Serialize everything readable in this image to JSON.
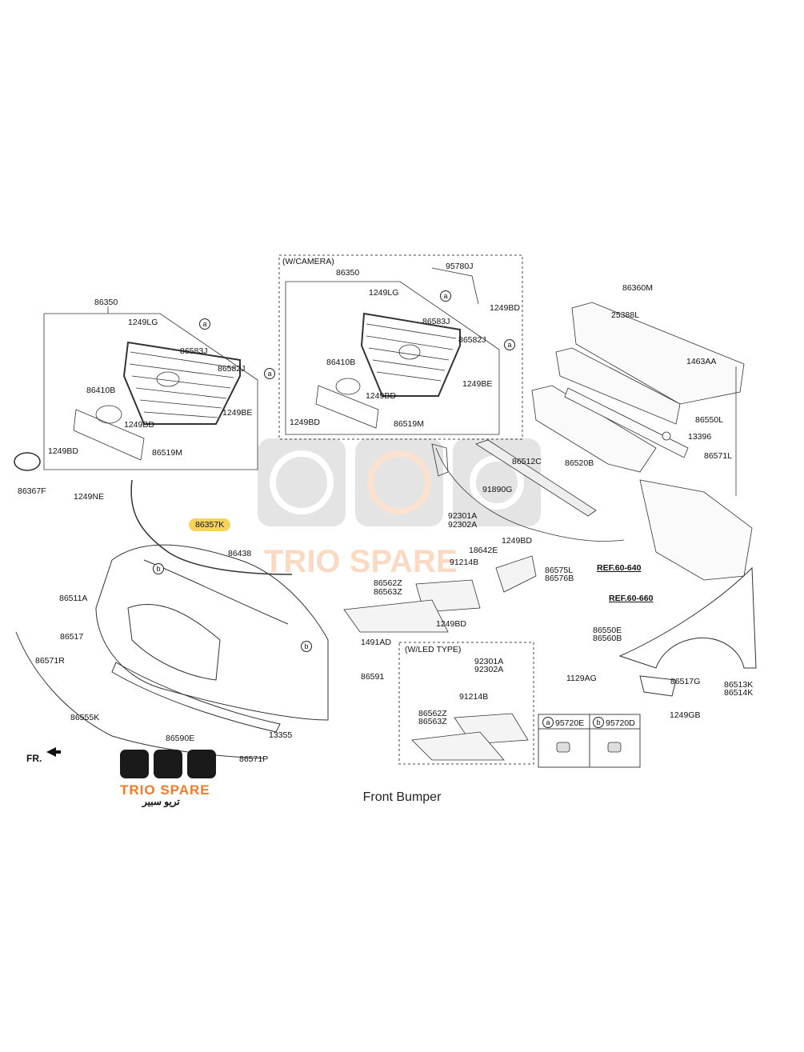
{
  "caption": "Front Bumper",
  "callouts": {
    "a": "a",
    "b": "b"
  },
  "part_labels": {
    "p86350_left": "86350",
    "p1249LG_left": "1249LG",
    "p86583J_left": "86583J",
    "p86582J_left": "86582J",
    "p86410B_left": "86410B",
    "p1249BD_left_a": "1249BD",
    "p1249BE_left": "1249BE",
    "p1249BD_left_b": "1249BD",
    "p86519M_left": "86519M",
    "p86367F": "86367F",
    "p1249NE": "1249NE",
    "camera_title": "(W/CAMERA)",
    "p86350_cam": "86350",
    "p95780J": "95780J",
    "p1249LG_cam": "1249LG",
    "p1249BD_cam_top": "1249BD",
    "p86583J_cam": "86583J",
    "p86582J_cam": "86582J",
    "p86410B_cam": "86410B",
    "p1249BE_cam": "1249BE",
    "p1249BD_cam_a": "1249BD",
    "p1249BD_cam_b": "1249BD",
    "p86519M_cam": "86519M",
    "p86360M": "86360M",
    "p25388L": "25388L",
    "p1463AA": "1463AA",
    "p86550L": "86550L",
    "p13396": "13396",
    "p86520B": "86520B",
    "p86571L": "86571L",
    "p86512C": "86512C",
    "p91890G": "91890G",
    "p92301A": "92301A",
    "p92302A": "92302A",
    "p18642E": "18642E",
    "p91214B": "91214B",
    "p1249BD_mid": "1249BD",
    "p86575L": "86575L",
    "p86576B": "86576B",
    "p86562Z": "86562Z",
    "p86563Z": "86563Z",
    "p1249BD_lamp": "1249BD",
    "ref60640": "REF.60-640",
    "ref60660": "REF.60-660",
    "p86357K": "86357K",
    "p86438": "86438",
    "p86511A": "86511A",
    "p86517": "86517",
    "p86571R": "86571R",
    "p1491AD": "1491AD",
    "p86591": "86591",
    "p86555K": "86555K",
    "p86590E": "86590E",
    "p13355": "13355",
    "p86571P": "86571P",
    "fr": "FR.",
    "led_title": "(W/LED TYPE)",
    "p92301A_led": "92301A",
    "p92302A_led": "92302A",
    "p91214B_led": "91214B",
    "p86562Z_led": "86562Z",
    "p86563Z_led": "86563Z",
    "p86550E": "86550E",
    "p86560B": "86560B",
    "p1129AG": "1129AG",
    "p86517G": "86517G",
    "p86513K": "86513K",
    "p86514K": "86514K",
    "p1249GB": "1249GB",
    "p95720E": "95720E",
    "p95720D": "95720D"
  },
  "brand": {
    "name": "TRIO SPARE",
    "arabic": "تريو سبير",
    "accent": "#f07c2a",
    "dark": "#1a1a1a"
  }
}
